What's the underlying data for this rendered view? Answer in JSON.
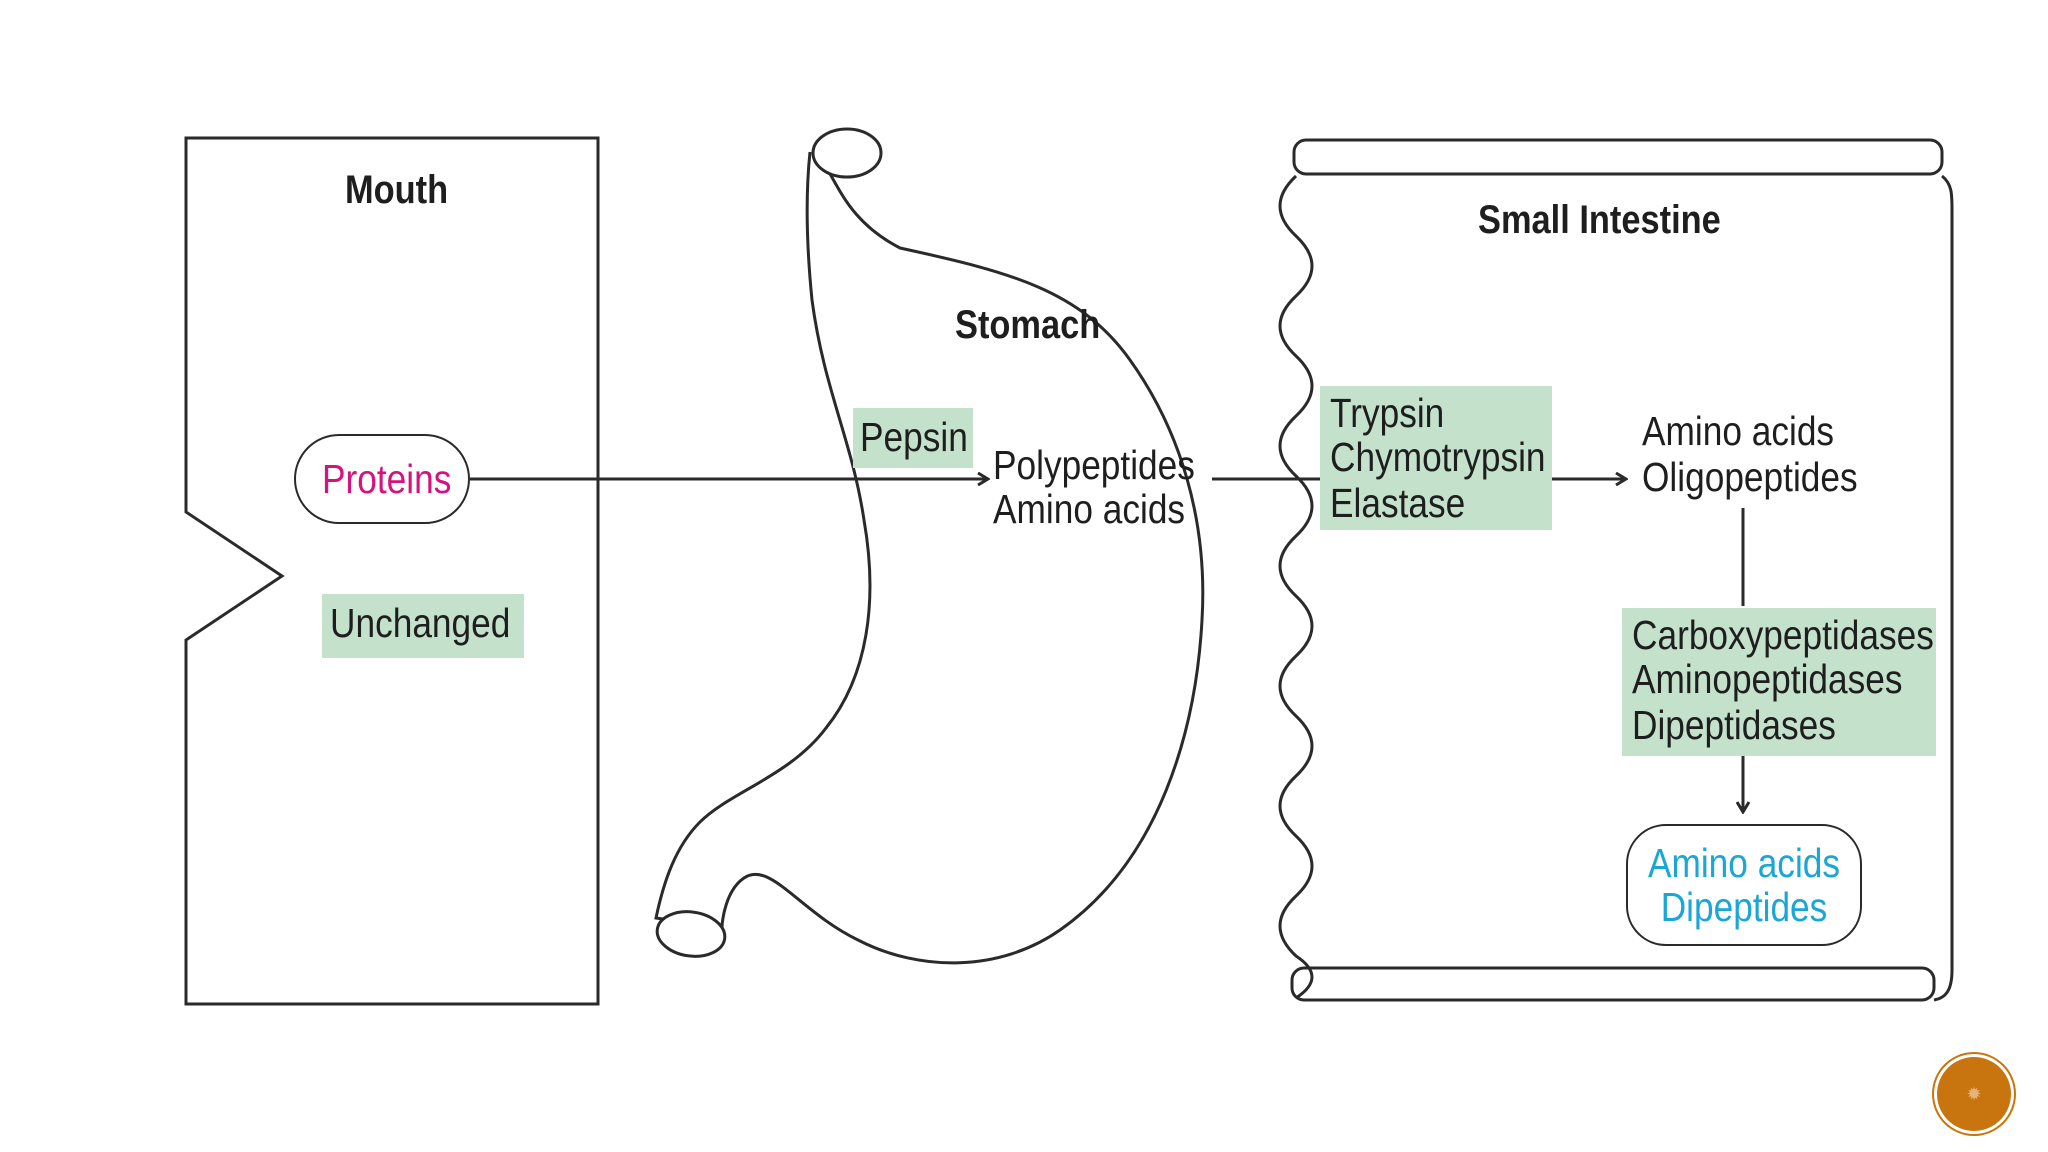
{
  "colors": {
    "stroke": "#2a2a2a",
    "enzyme_box": "#c4e1cc",
    "proteins_text": "#d6127e",
    "product_text": "#1aa6d6",
    "badge": "#c8750f"
  },
  "mouth": {
    "title": "Mouth",
    "substrate": "Proteins",
    "result": "Unchanged"
  },
  "stomach": {
    "title": "Stomach",
    "enzyme": "Pepsin",
    "products": [
      "Polypeptides",
      "Amino acids"
    ]
  },
  "small_intestine": {
    "title": "Small Intestine",
    "pancreatic_enzymes": [
      "Trypsin",
      "Chymotrypsin",
      "Elastase"
    ],
    "intermediate_products": [
      "Amino acids",
      "Oligopeptides"
    ],
    "brush_border_enzymes": [
      "Carboxypeptidases",
      "Aminopeptidases",
      "Dipeptidases"
    ],
    "final_products": [
      "Amino acids",
      "Dipeptides"
    ]
  }
}
